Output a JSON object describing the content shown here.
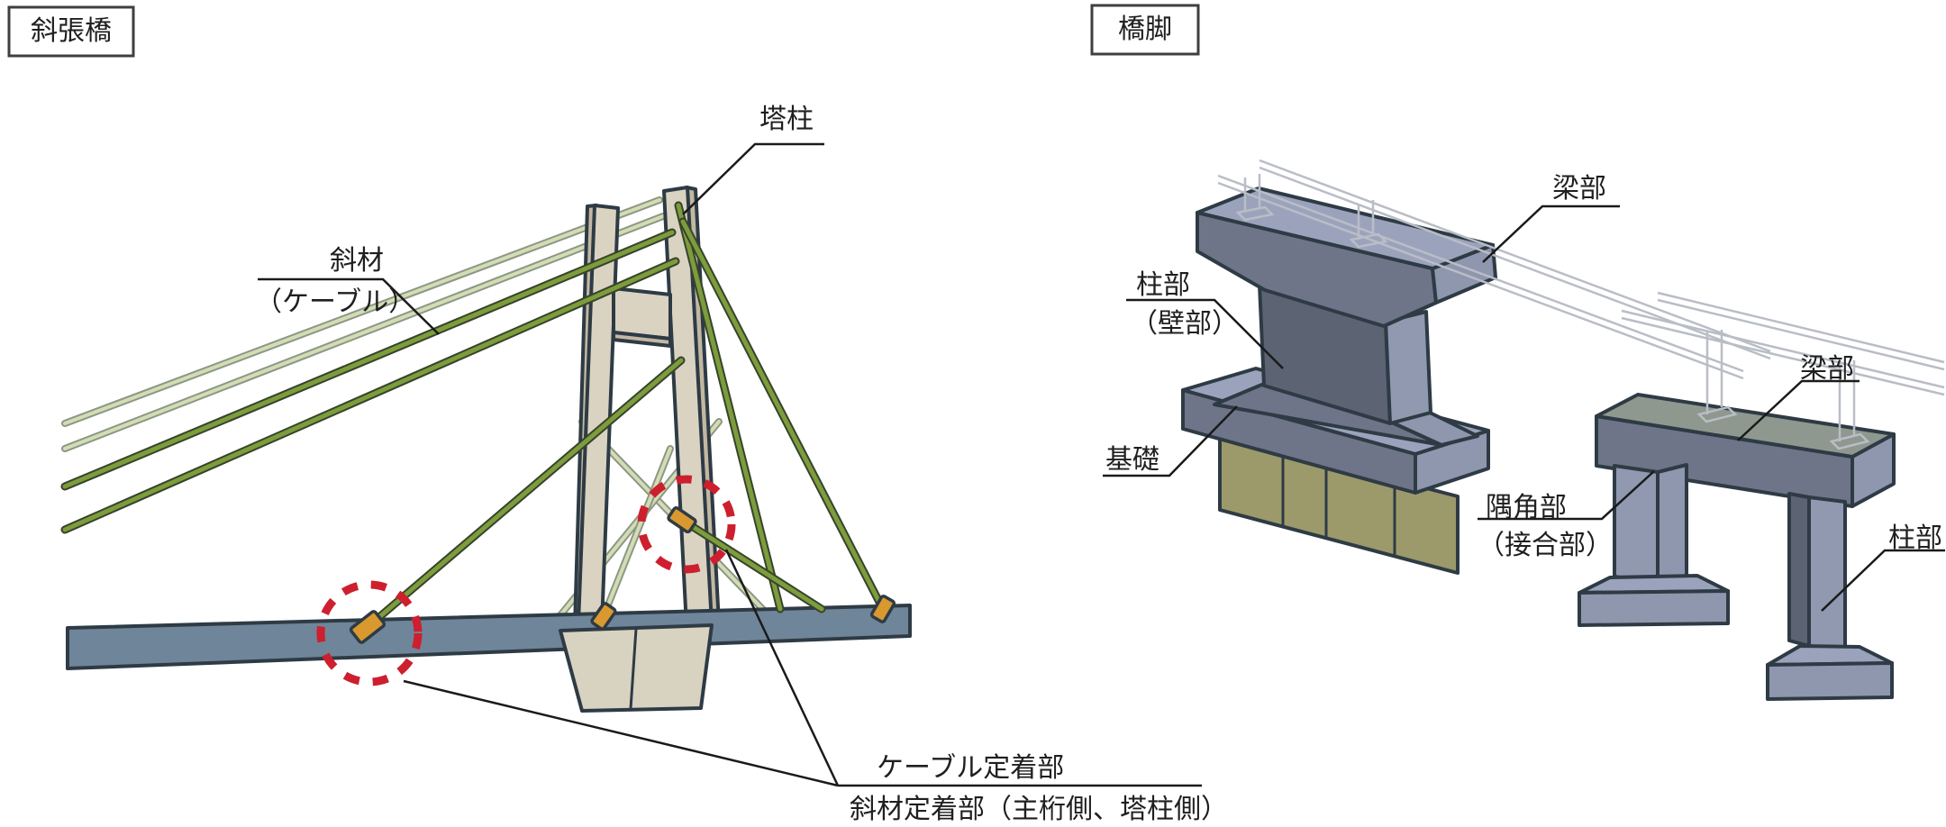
{
  "figure": {
    "type": "bridge-engineering-diagram",
    "language": "ja",
    "panels": [
      "cable-stayed-bridge",
      "bridge-pier"
    ]
  },
  "left_panel": {
    "title": "斜張橋",
    "labels": {
      "tower": "塔柱",
      "stay_line1": "斜材",
      "stay_line2": "（ケーブル）",
      "cable_anchorage": "ケーブル定着部",
      "stay_anchorage": "斜材定着部（主桁側、塔柱側）"
    }
  },
  "right_panel": {
    "title": "橋脚",
    "labels": {
      "beam_left_pier": "梁部",
      "column_wall_line1": "柱部",
      "column_wall_line2": "（壁部）",
      "foundation": "基礎",
      "beam_right_pier": "梁部",
      "corner_line1": "隅角部",
      "corner_line2": "（接合部）",
      "column_right_pier": "柱部"
    }
  },
  "colors": {
    "outline": "#2e3b45",
    "leader_line": "#1a1a1a",
    "text": "#1f1f1f",
    "title_box_border": "#3f3f3f",
    "deck": "#6f8599",
    "tower_light": "#dad3c2",
    "tower_shade": "#c2b8a2",
    "pedestal": "#d8d2c0",
    "cable_front": "#7d9c3c",
    "cable_front_outline": "#37432c",
    "cable_back": "#d3dcb4",
    "cable_back_outline": "#8c9885",
    "anchor_orange": "#d9992f",
    "highlight_red": "#ce1f2e",
    "pier_top": "#9ba3bc",
    "pier_side": "#8f97ae",
    "pier_front": "#6e7588",
    "pier_front_dark": "#5c6373",
    "pier_column_light": "#9099b0",
    "beam_top_green_grey": "#8e988f",
    "pile_khaki": "#9c996b",
    "faint_girder": "#b9bdc6"
  }
}
